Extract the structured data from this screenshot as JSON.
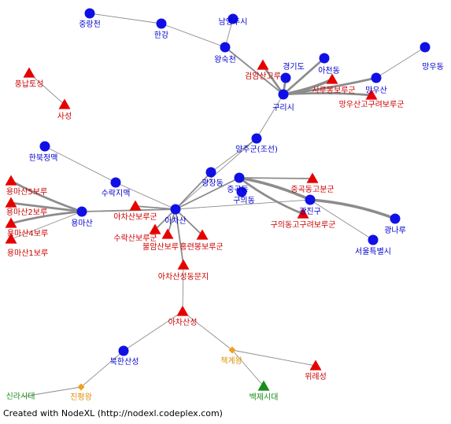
{
  "colors": {
    "edge": "#8c8c8c",
    "place": "#1010e6",
    "fortress": "#e60000",
    "era": "#1a8c1a",
    "king": "#f0a020",
    "label_blue": "#0000cc",
    "label_red": "#cc0000",
    "label_green": "#1a8c1a",
    "label_orange": "#e09000"
  },
  "nodes": [
    {
      "id": "jungnangcheon",
      "label": "중랑천",
      "kind": "place",
      "shape": "circle",
      "icon": "circle-icon"
    },
    {
      "id": "hangang",
      "label": "한강",
      "kind": "place",
      "shape": "circle",
      "icon": "circle-icon"
    },
    {
      "id": "namyangju",
      "label": "남양주시",
      "kind": "place",
      "shape": "circle",
      "icon": "circle-icon"
    },
    {
      "id": "wangsukcheon",
      "label": "왕숙천",
      "kind": "place",
      "shape": "circle",
      "icon": "circle-icon"
    },
    {
      "id": "geomamsan",
      "label": "검암산고루",
      "kind": "fortress",
      "shape": "triangle",
      "icon": "triangle-icon"
    },
    {
      "id": "gyeonggido",
      "label": "경기도",
      "kind": "place",
      "shape": "circle",
      "icon": "circle-icon"
    },
    {
      "id": "acheondong",
      "label": "아천동",
      "kind": "place",
      "shape": "circle",
      "icon": "circle-icon"
    },
    {
      "id": "mangudong",
      "label": "망우동",
      "kind": "place",
      "shape": "circle",
      "icon": "circle-icon"
    },
    {
      "id": "mangusan",
      "label": "망우산",
      "kind": "place",
      "shape": "circle",
      "icon": "circle-icon"
    },
    {
      "id": "sirubong",
      "label": "시루봉보루군",
      "kind": "fortress",
      "shape": "triangle",
      "icon": "triangle-icon"
    },
    {
      "id": "mangusanfort",
      "label": "망우산고구려보루군",
      "kind": "fortress",
      "shape": "triangle",
      "icon": "triangle-icon"
    },
    {
      "id": "gurisi",
      "label": "구리시",
      "kind": "place",
      "shape": "circle",
      "icon": "circle-icon"
    },
    {
      "id": "pungnap",
      "label": "풍납토성",
      "kind": "fortress",
      "shape": "triangle",
      "icon": "triangle-icon"
    },
    {
      "id": "saseong",
      "label": "사성",
      "kind": "fortress",
      "shape": "triangle",
      "icon": "triangle-icon"
    },
    {
      "id": "yangjugun",
      "label": "양주군(조선)",
      "kind": "place",
      "shape": "circle",
      "icon": "circle-icon"
    },
    {
      "id": "hanbukjeongmaek",
      "label": "한북정맥",
      "kind": "place",
      "shape": "circle",
      "icon": "circle-icon"
    },
    {
      "id": "gwangjangdong",
      "label": "광장동",
      "kind": "place",
      "shape": "circle",
      "icon": "circle-icon"
    },
    {
      "id": "junggokdong",
      "label": "중곡동",
      "kind": "place",
      "shape": "circle",
      "icon": "circle-icon"
    },
    {
      "id": "guuidong",
      "label": "구의동",
      "kind": "place",
      "shape": "circle",
      "icon": "circle-icon"
    },
    {
      "id": "junggokfort",
      "label": "중곡동고분군",
      "kind": "fortress",
      "shape": "triangle",
      "icon": "triangle-icon"
    },
    {
      "id": "gwangjingu",
      "label": "광진구",
      "kind": "place",
      "shape": "circle",
      "icon": "circle-icon"
    },
    {
      "id": "guuifort",
      "label": "구의동고구려보루군",
      "kind": "fortress",
      "shape": "triangle",
      "icon": "triangle-icon"
    },
    {
      "id": "gwangnaru",
      "label": "광나루",
      "kind": "place",
      "shape": "circle",
      "icon": "circle-icon"
    },
    {
      "id": "seoul",
      "label": "서울특별시",
      "kind": "place",
      "shape": "circle",
      "icon": "circle-icon"
    },
    {
      "id": "surakjimaek",
      "label": "수락지맥",
      "kind": "place",
      "shape": "circle",
      "icon": "circle-icon"
    },
    {
      "id": "yongma5",
      "label": "용마산5보루",
      "kind": "fortress",
      "shape": "triangle",
      "icon": "triangle-icon"
    },
    {
      "id": "yongma2",
      "label": "용마산2보루",
      "kind": "fortress",
      "shape": "triangle",
      "icon": "triangle-icon"
    },
    {
      "id": "yongma4",
      "label": "용마산4보루",
      "kind": "fortress",
      "shape": "triangle",
      "icon": "triangle-icon"
    },
    {
      "id": "yongma1",
      "label": "용마산1보루",
      "kind": "fortress",
      "shape": "triangle",
      "icon": "triangle-icon"
    },
    {
      "id": "yongmasan",
      "label": "용마산",
      "kind": "place",
      "shape": "circle",
      "icon": "circle-icon"
    },
    {
      "id": "achasanfortgroup",
      "label": "아차산보루군",
      "kind": "fortress",
      "shape": "triangle",
      "icon": "triangle-icon"
    },
    {
      "id": "achasan",
      "label": "아차산",
      "kind": "place",
      "shape": "circle",
      "icon": "circle-icon"
    },
    {
      "id": "surakfort",
      "label": "수락산보루군",
      "kind": "fortress",
      "shape": "triangle",
      "icon": "triangle-icon"
    },
    {
      "id": "bulamfort",
      "label": "불암산보루",
      "kind": "fortress",
      "shape": "triangle",
      "icon": "triangle-icon"
    },
    {
      "id": "hongryeonfort",
      "label": "홍련봉보루군",
      "kind": "fortress",
      "shape": "triangle",
      "icon": "triangle-icon"
    },
    {
      "id": "achasanseongdong",
      "label": "아차산성동문지",
      "kind": "fortress",
      "shape": "triangle",
      "icon": "triangle-icon"
    },
    {
      "id": "achasanseong",
      "label": "아차산성",
      "kind": "fortress",
      "shape": "triangle",
      "icon": "triangle-icon"
    },
    {
      "id": "bukhansanseong",
      "label": "북한산성",
      "kind": "place",
      "shape": "circle",
      "icon": "circle-icon"
    },
    {
      "id": "chaekgyewang",
      "label": "책계왕",
      "kind": "king",
      "shape": "diamond",
      "icon": "diamond-icon"
    },
    {
      "id": "wiryeseong",
      "label": "위례성",
      "kind": "fortress",
      "shape": "triangle",
      "icon": "triangle-icon"
    },
    {
      "id": "jinpyeongwang",
      "label": "진평왕",
      "kind": "king",
      "shape": "diamond",
      "icon": "diamond-icon"
    },
    {
      "id": "baekje",
      "label": "백제시대",
      "kind": "era",
      "shape": "triangle",
      "icon": "triangle-icon"
    },
    {
      "id": "silla",
      "label": "신라시대",
      "kind": "era",
      "shape": "none",
      "icon": ""
    }
  ],
  "edges": [
    [
      "jungnangcheon",
      "hangang",
      1
    ],
    [
      "hangang",
      "wangsukcheon",
      1
    ],
    [
      "namyangju",
      "wangsukcheon",
      1
    ],
    [
      "wangsukcheon",
      "gurisi",
      2
    ],
    [
      "geomamsan",
      "gurisi",
      3
    ],
    [
      "gyeonggido",
      "gurisi",
      3
    ],
    [
      "acheondong",
      "gurisi",
      3
    ],
    [
      "mangusan",
      "mangudong",
      1
    ],
    [
      "mangusan",
      "gurisi",
      3
    ],
    [
      "sirubong",
      "gurisi",
      4
    ],
    [
      "mangusanfort",
      "gurisi",
      3
    ],
    [
      "gurisi",
      "yangjugun",
      1
    ],
    [
      "pungnap",
      "saseong",
      1
    ],
    [
      "yangjugun",
      "gwangjangdong",
      1
    ],
    [
      "yangjugun",
      "achasan",
      1
    ],
    [
      "hanbukjeongmaek",
      "surakjimaek",
      1
    ],
    [
      "surakjimaek",
      "achasan",
      1
    ],
    [
      "gwangjangdong",
      "achasan",
      2
    ],
    [
      "junggokdong",
      "achasan",
      2
    ],
    [
      "junggokdong",
      "junggokfort",
      2
    ],
    [
      "junggokdong",
      "gwangjingu",
      4
    ],
    [
      "junggokdong",
      "guuifort",
      3
    ],
    [
      "gwangjingu",
      "gwangnaru",
      4
    ],
    [
      "gwangjingu",
      "seoul",
      1
    ],
    [
      "achasan",
      "gwangjingu",
      1
    ],
    [
      "yongma5",
      "yongmasan",
      3
    ],
    [
      "yongma2",
      "yongmasan",
      3
    ],
    [
      "yongma4",
      "yongmasan",
      3
    ],
    [
      "yongma1",
      "yongmasan",
      1
    ],
    [
      "yongmasan",
      "achasan",
      2
    ],
    [
      "achasanfortgroup",
      "achasan",
      2
    ],
    [
      "surakfort",
      "achasan",
      2
    ],
    [
      "bulamfort",
      "achasan",
      2
    ],
    [
      "hongryeonfort",
      "achasan",
      2
    ],
    [
      "achasan",
      "achasanseongdong",
      2
    ],
    [
      "achasanseongdong",
      "achasanseong",
      1
    ],
    [
      "achasanseong",
      "bukhansanseong",
      1
    ],
    [
      "achasanseong",
      "chaekgyewang",
      1
    ],
    [
      "bukhansanseong",
      "jinpyeongwang",
      1
    ],
    [
      "jinpyeongwang",
      "silla",
      1
    ],
    [
      "chaekgyewang",
      "wiryeseong",
      1
    ],
    [
      "chaekgyewang",
      "baekje",
      1
    ]
  ],
  "credit": "Created with NodeXL (http://nodexl.codeplex.com)"
}
